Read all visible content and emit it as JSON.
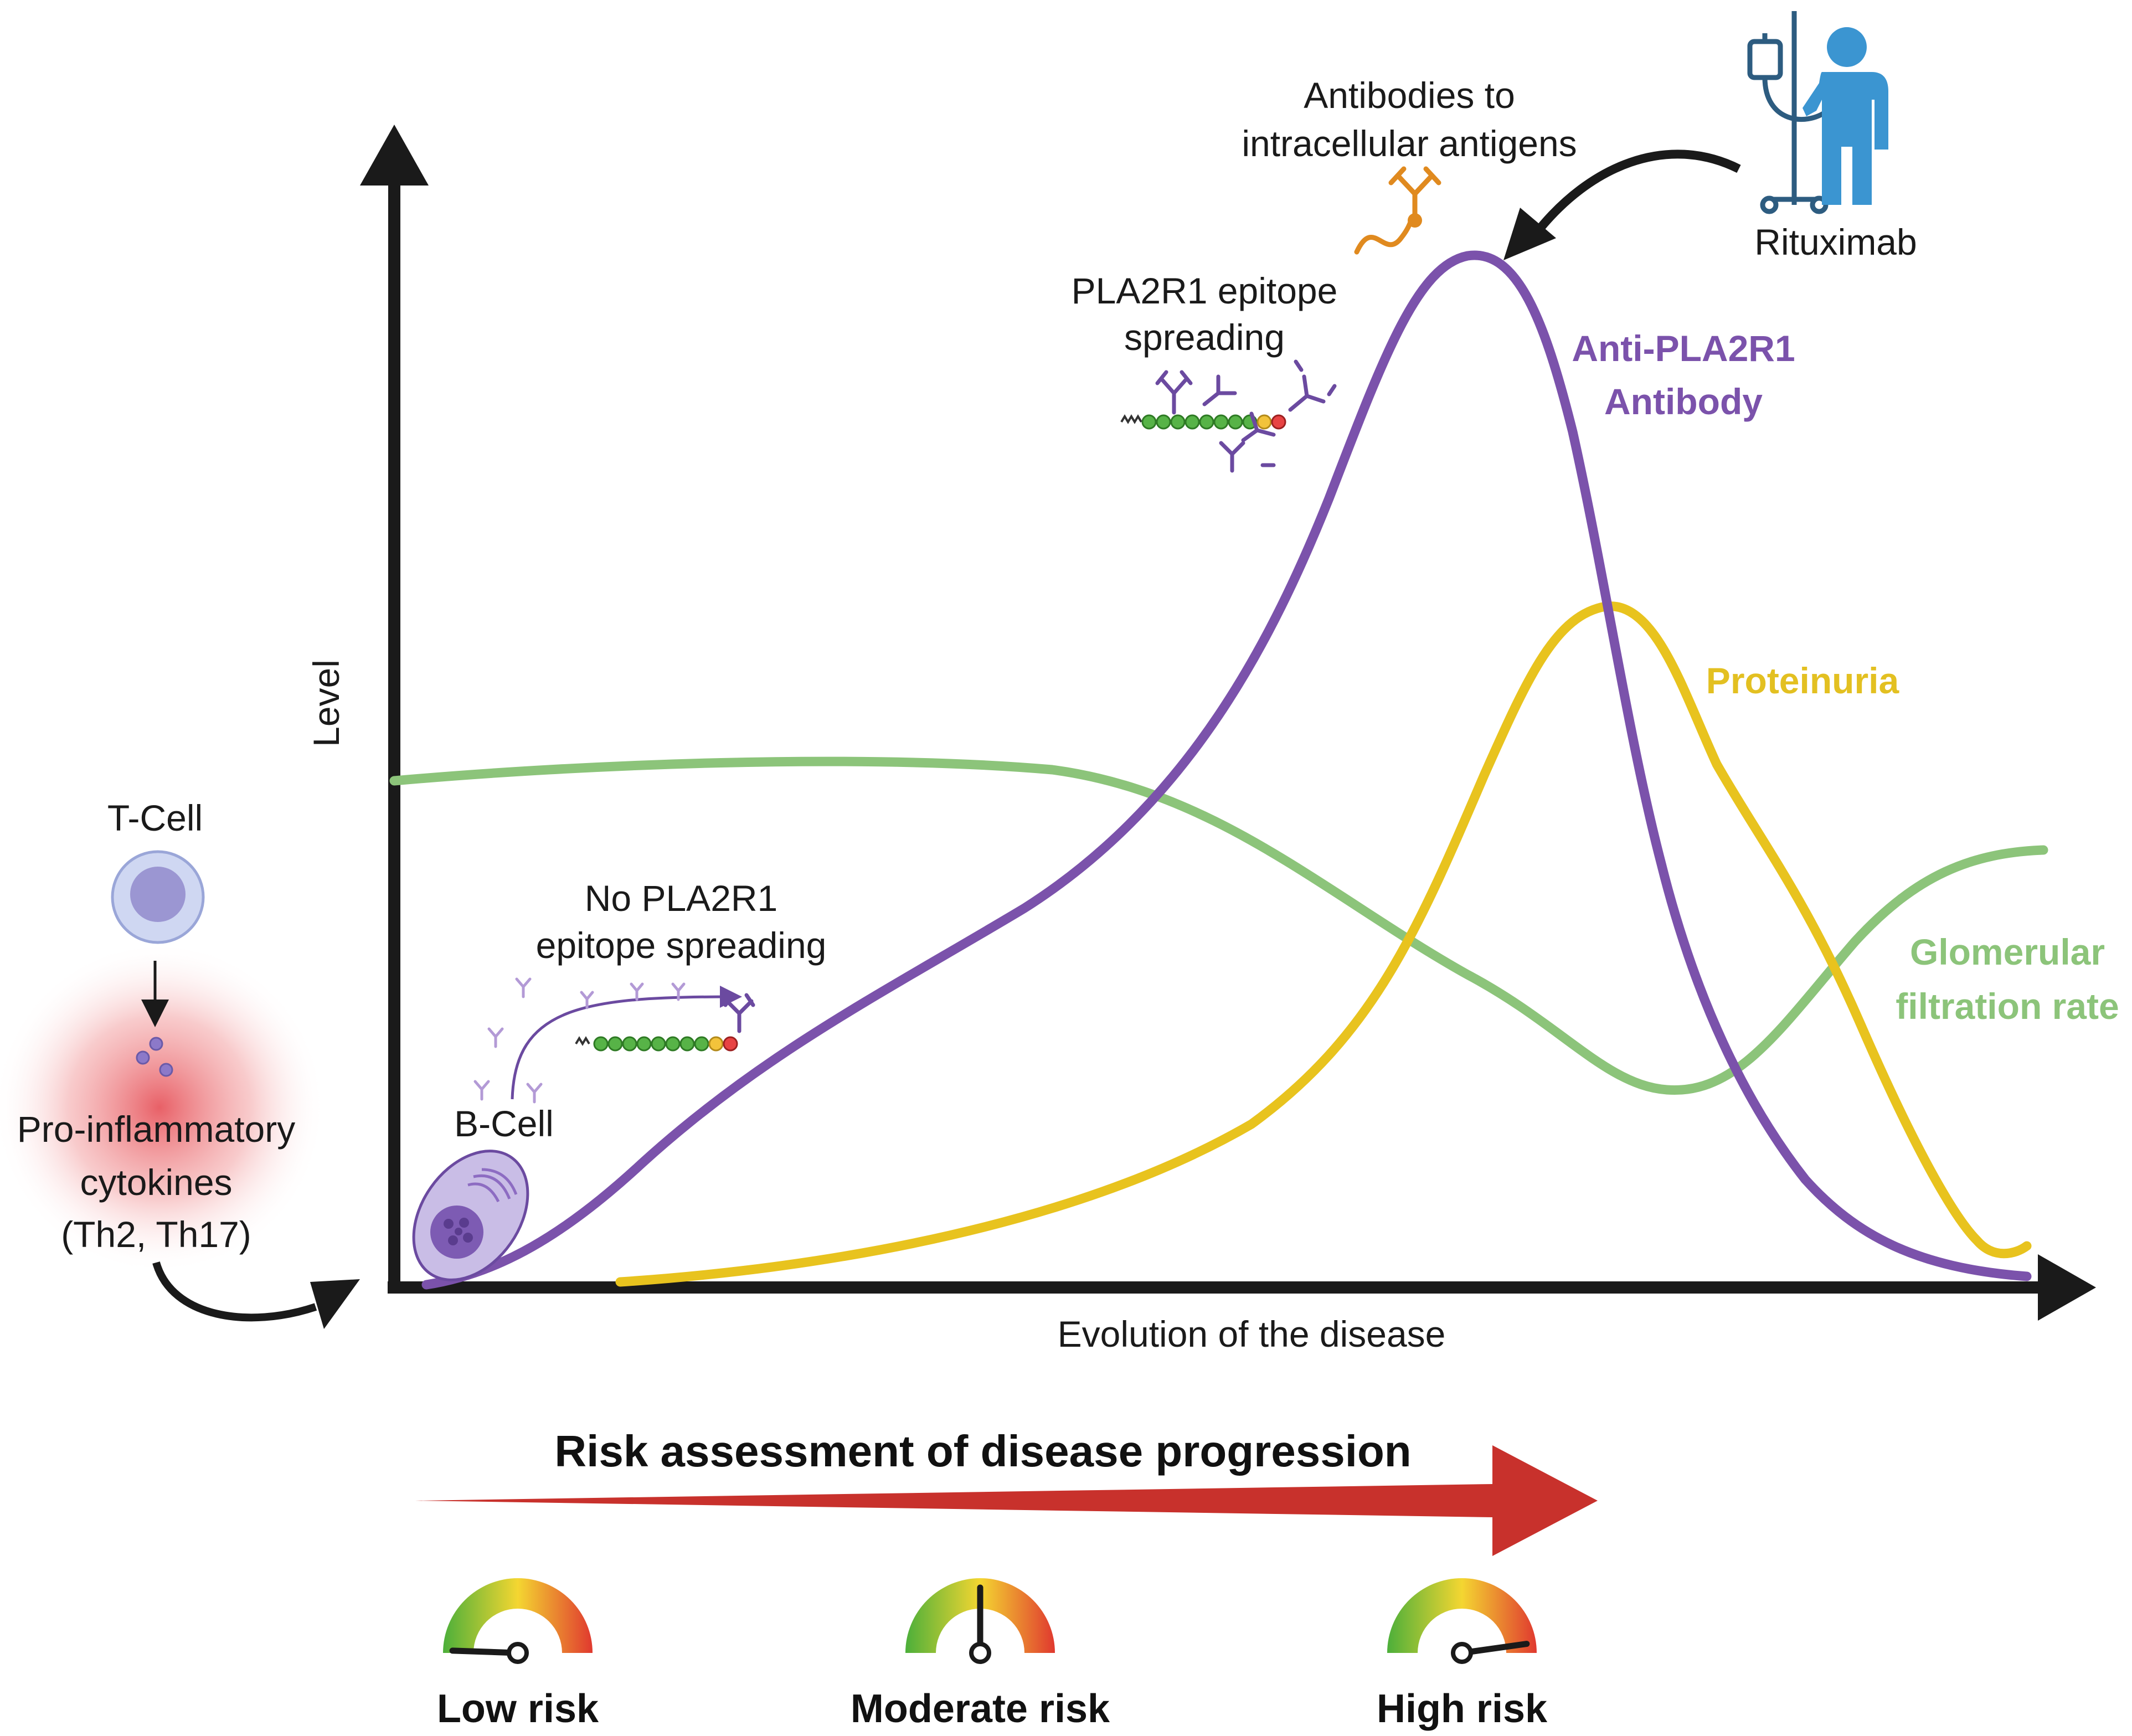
{
  "axes": {
    "y_label": "Level",
    "x_label": "Evolution of the disease"
  },
  "curves": {
    "antibody": {
      "label_line1": "Anti-PLA2R1",
      "label_line2": "Antibody",
      "color": "#7b52ab"
    },
    "proteinuria": {
      "label": "Proteinuria",
      "color": "#e8c31e"
    },
    "gfr": {
      "label_line1": "Glomerular",
      "label_line2": "filtration rate",
      "color": "#8cc47a"
    }
  },
  "annotations": {
    "intracellular_line1": "Antibodies to",
    "intracellular_line2": "intracellular antigens",
    "spreading_line1": "PLA2R1 epitope",
    "spreading_line2": "spreading",
    "no_spreading_line1": "No PLA2R1",
    "no_spreading_line2": "epitope spreading",
    "rituximab": "Rituximab",
    "b_cell": "B-Cell",
    "t_cell": "T-Cell",
    "cytokines_line1": "Pro-inflammatory",
    "cytokines_line2": "cytokines",
    "cytokines_line3": "(Th2, Th17)"
  },
  "risk": {
    "title": "Risk assessment of disease progression",
    "gauges": [
      {
        "label": "Low risk",
        "level": "low"
      },
      {
        "label": "Moderate risk",
        "level": "moderate"
      },
      {
        "label": "High risk",
        "level": "high"
      }
    ],
    "colors": {
      "low": "#4caf3a",
      "mid": "#f4d631",
      "high": "#e0392f",
      "arrow": "#c8312c"
    }
  },
  "icons": [
    "t-cell-icon",
    "cytokine-icon",
    "b-cell-icon",
    "antibody-icon",
    "patient-icon",
    "iv-drip-icon",
    "gauge-icon"
  ]
}
